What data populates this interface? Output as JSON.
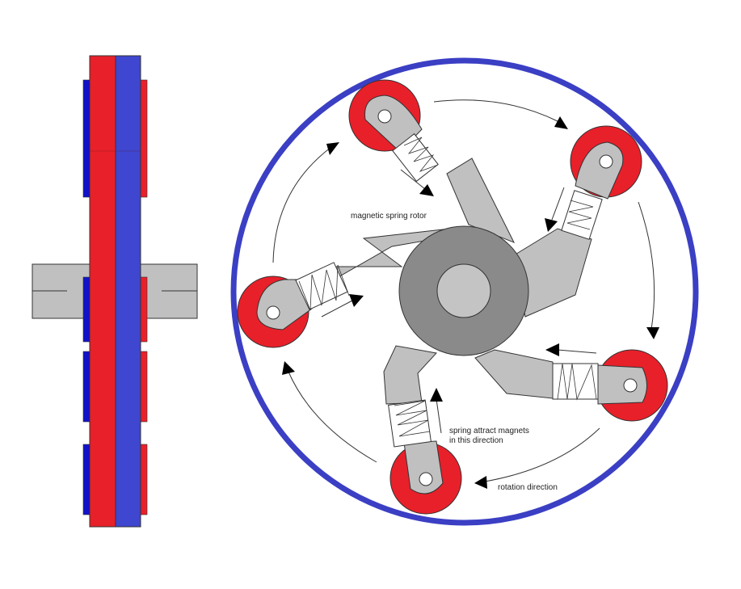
{
  "labels": {
    "rotor": "magnetic spring rotor",
    "spring_line1": "spring attract magnets",
    "spring_line2": "in this direction",
    "rotation": "rotation direction"
  },
  "colors": {
    "ring": "#3b3fc4",
    "magnet_red": "#e8202a",
    "side_blue": "#3f46cf",
    "side_dark_blue": "#1212c8",
    "arm_gray": "#c0c0c0",
    "hub_dark": "#8a8a8a",
    "hub_light": "#c4c4c4",
    "outline": "#333333"
  },
  "icons": {
    "arrow": "triangle-arrowhead",
    "spring": "zigzag-coil"
  }
}
